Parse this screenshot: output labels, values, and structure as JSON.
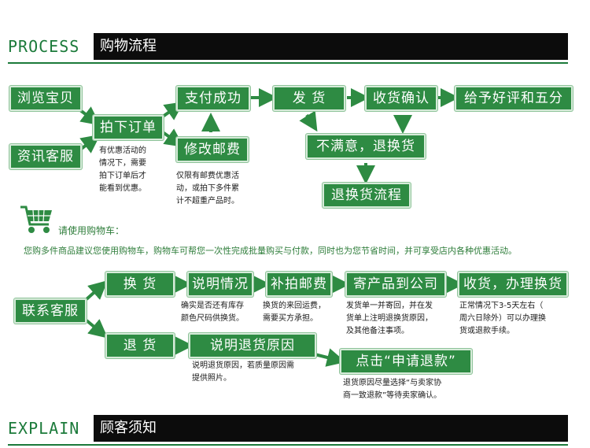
{
  "process_header": {
    "en": "PROCESS",
    "title": "购物流程"
  },
  "explain_header": {
    "en": "EXPLAIN",
    "title": "顾客须知"
  },
  "flow1": {
    "browse": "浏览宝贝",
    "consult": "资讯客服",
    "order": "拍下订单",
    "pay": "支付成功",
    "ship": "发 货",
    "receive": "收货确认",
    "rate": "给予好评和五分",
    "modify_fee": "修改邮费",
    "unsatisfied": "不满意，退换货",
    "return_flow": "退换货流程",
    "order_note": "有优惠活动的\n情况下，需要\n拍下订单后才\n能看到优惠。",
    "fee_note": "仅限有邮费优惠活\n动，或拍下多件累\n计不超重产品时。"
  },
  "cart": {
    "icon": "shopping-cart-icon",
    "title": "请使用购物车：",
    "desc": "您购多件商品建议您使用购物车，购物车可帮您一次性完成批量购买与付款，同时也为您节省时间，并可享受店内各种优惠活动。"
  },
  "flow2": {
    "contact": "联系客服",
    "exchange": "换 货",
    "refund": "退 货",
    "explain_case": "说明情况",
    "reship_fee": "补拍邮费",
    "send_back": "寄产品到公司",
    "receive_handle": "收货，办理换货",
    "explain_reason": "说明退货原因",
    "apply_refund": "点击“申请退款”",
    "explain_case_note": "确实是否还有库存\n颜色尺码供换货。",
    "reship_fee_note": "换货的来回运费，\n需要买方承担。",
    "send_back_note": "发货单一并寄回，并在发\n货单上注明退换货原因，\n及其他备注事项。",
    "receive_note": "正常情况下3-5天左右（\n周六日除外）可以办理换\n货或退款手续。",
    "reason_note": "说明退货原因，若质量原因需\n提供照片。",
    "apply_note": "退货原因尽量选择“与卖家协\n商一致退款”等待卖家确认。"
  },
  "colors": {
    "box": "#2e8b43",
    "accent": "#1b7a3a",
    "header_bar": "#0c0c0c"
  }
}
